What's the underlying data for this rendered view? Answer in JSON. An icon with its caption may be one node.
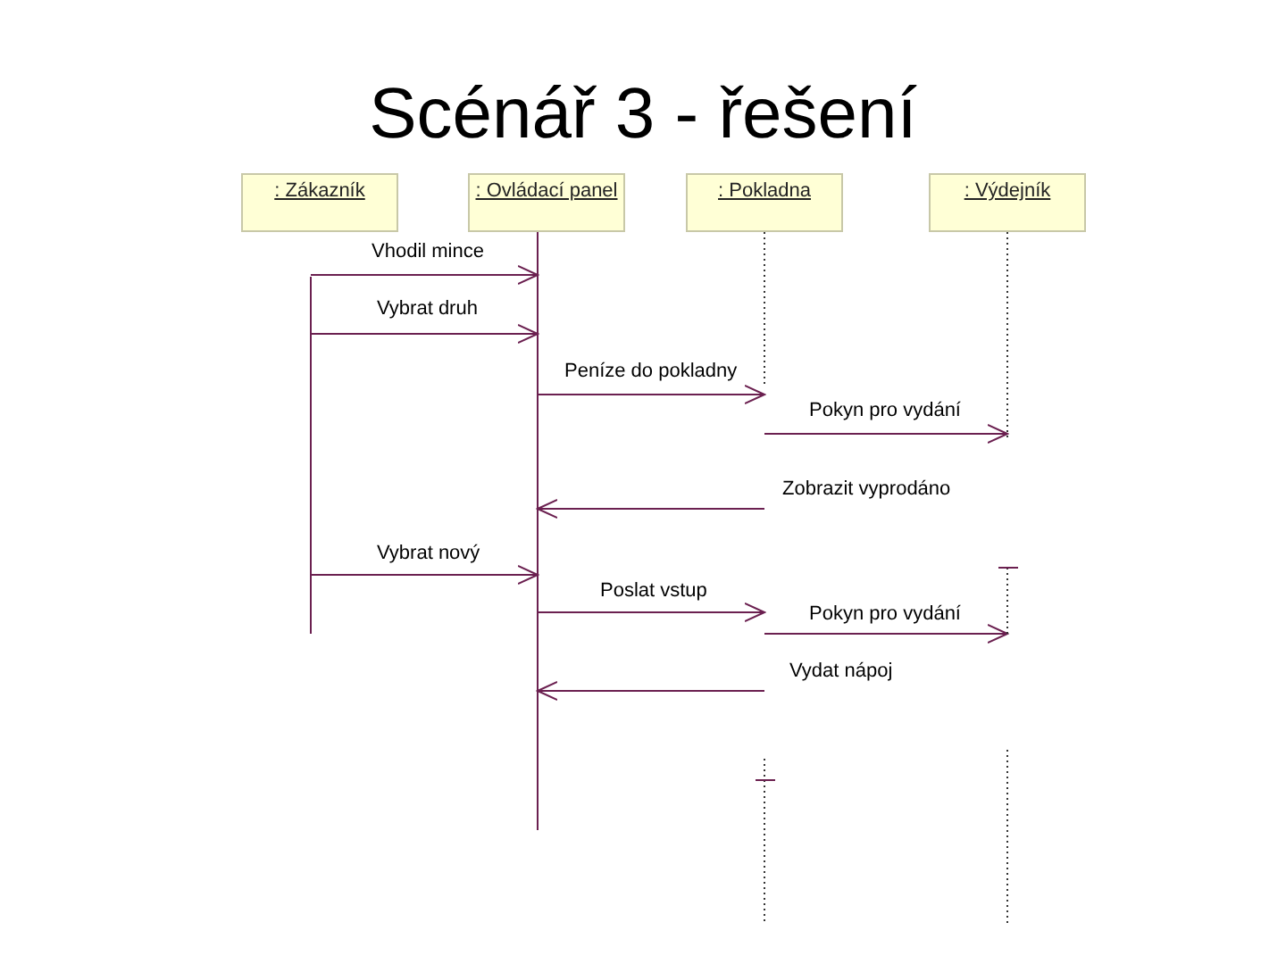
{
  "diagram": {
    "title": "Scénář 3 - řešení",
    "nodes": [
      {
        "text": [
          ": Zákazník"
        ]
      },
      {
        "text": [
          ": Ovládací panel"
        ]
      },
      {
        "text": [
          ": Pokladna"
        ]
      },
      {
        "text": [
          ": Výdejník"
        ]
      }
    ],
    "edges": [
      {
        "from": 0,
        "to": 1,
        "arrow": "to",
        "label": "Vhodil mince"
      },
      {
        "from": 0,
        "to": 1,
        "arrow": "to",
        "label": "Vybrat druh"
      },
      {
        "from": 1,
        "to": 2,
        "arrow": "to",
        "label": "Peníze do pokladny"
      },
      {
        "from": 2,
        "to": 3,
        "arrow": "to",
        "label": "Pokyn pro vydání"
      },
      {
        "from": 2,
        "to": 1,
        "arrow": "to",
        "label": "Zobrazit vyprodáno"
      },
      {
        "from": 0,
        "to": 1,
        "arrow": "to",
        "label": "Vybrat nový"
      },
      {
        "from": 1,
        "to": 2,
        "arrow": "to",
        "label": "Poslat vstup"
      },
      {
        "from": 2,
        "to": 3,
        "arrow": "to",
        "label": "Pokyn pro vydání"
      },
      {
        "from": 2,
        "to": 1,
        "arrow": "to",
        "label": "Vydat nápoj"
      }
    ]
  }
}
